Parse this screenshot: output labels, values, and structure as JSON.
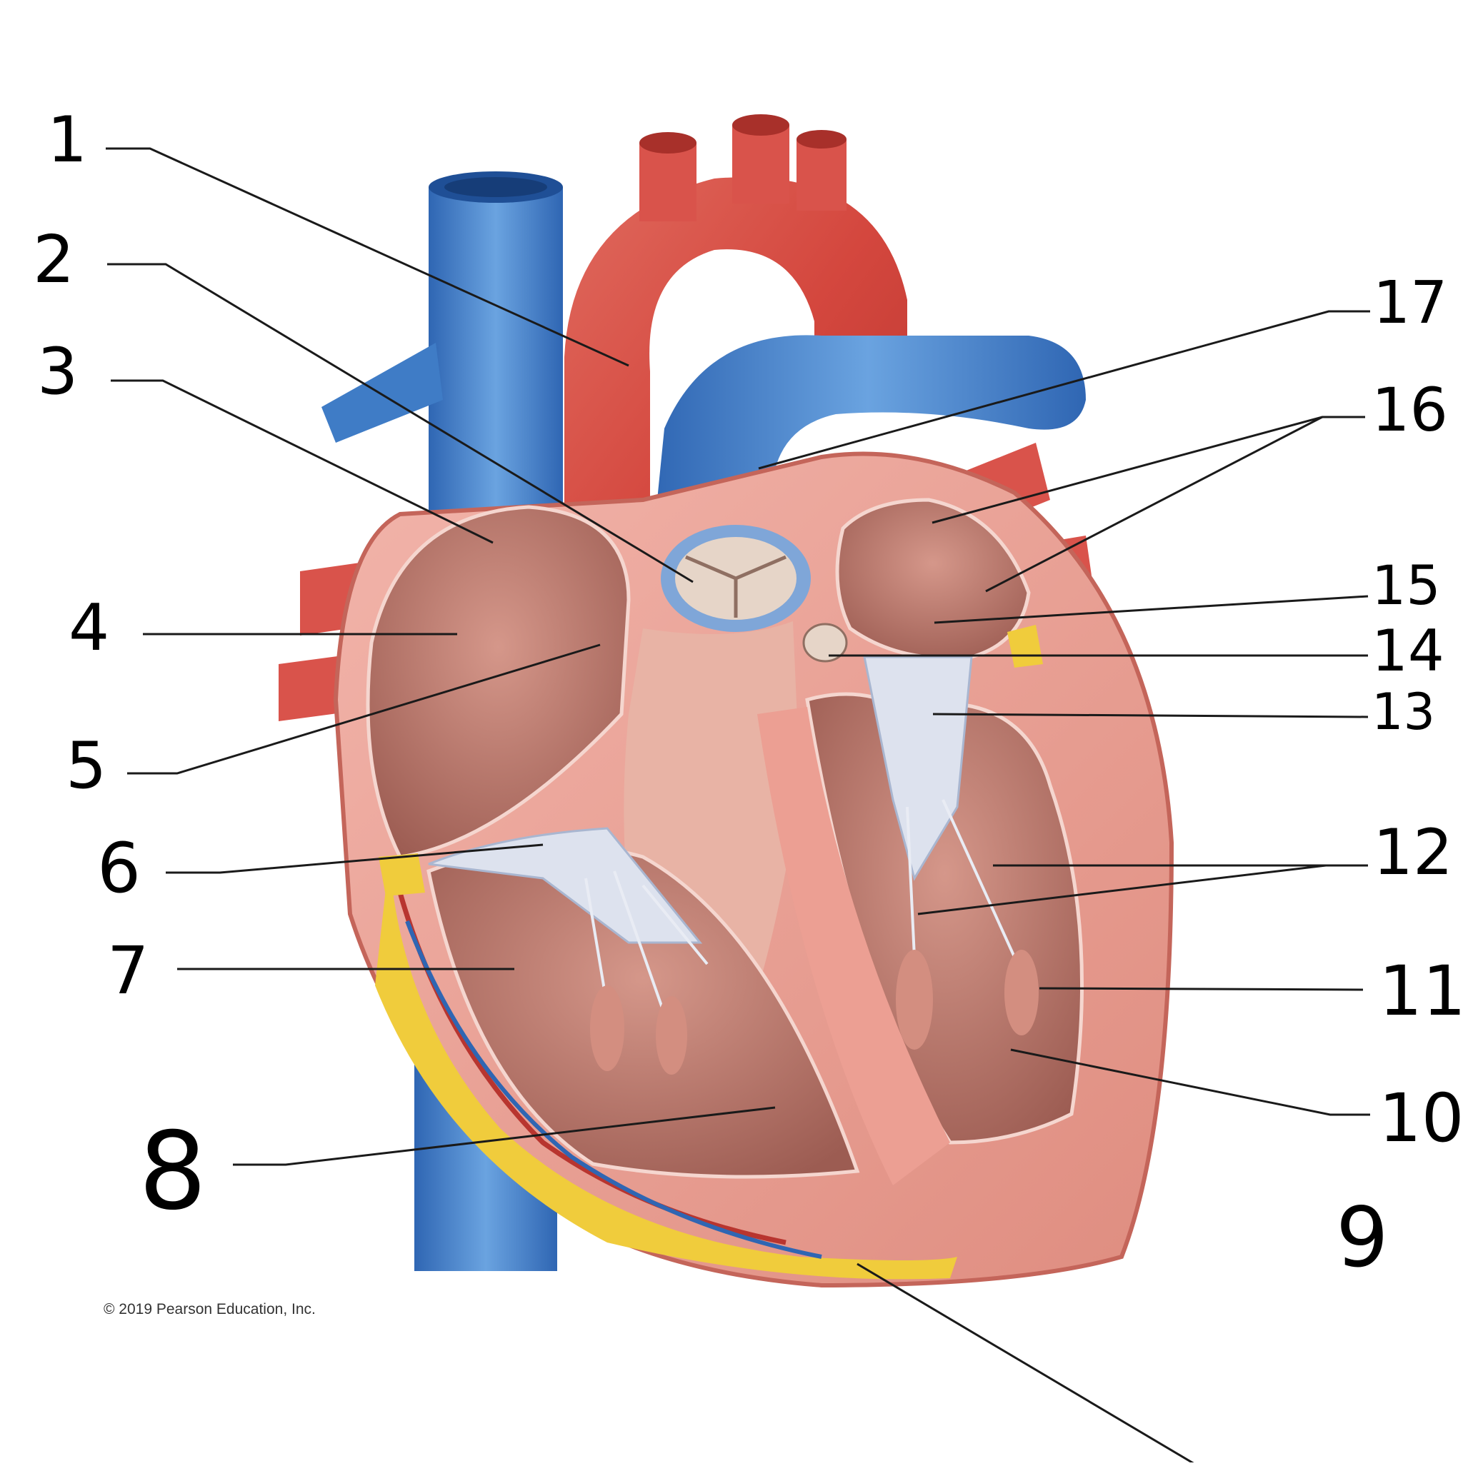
{
  "labels": [
    "1",
    "2",
    "3",
    "4",
    "5",
    "6",
    "7",
    "8",
    "9",
    "10",
    "11",
    "12",
    "13",
    "14",
    "15",
    "16",
    "17"
  ],
  "copyright": "© 2019 Pearson Education, Inc.",
  "colors": {
    "vein_blue": "#3d7cc8",
    "artery_red": "#d9534b",
    "muscle_pink": "#e9a49a",
    "chamber": "#b87568",
    "valve_white": "#dde2ee",
    "fat_yellow": "#f0cc3c",
    "leader_line": "#1a1a1a"
  }
}
